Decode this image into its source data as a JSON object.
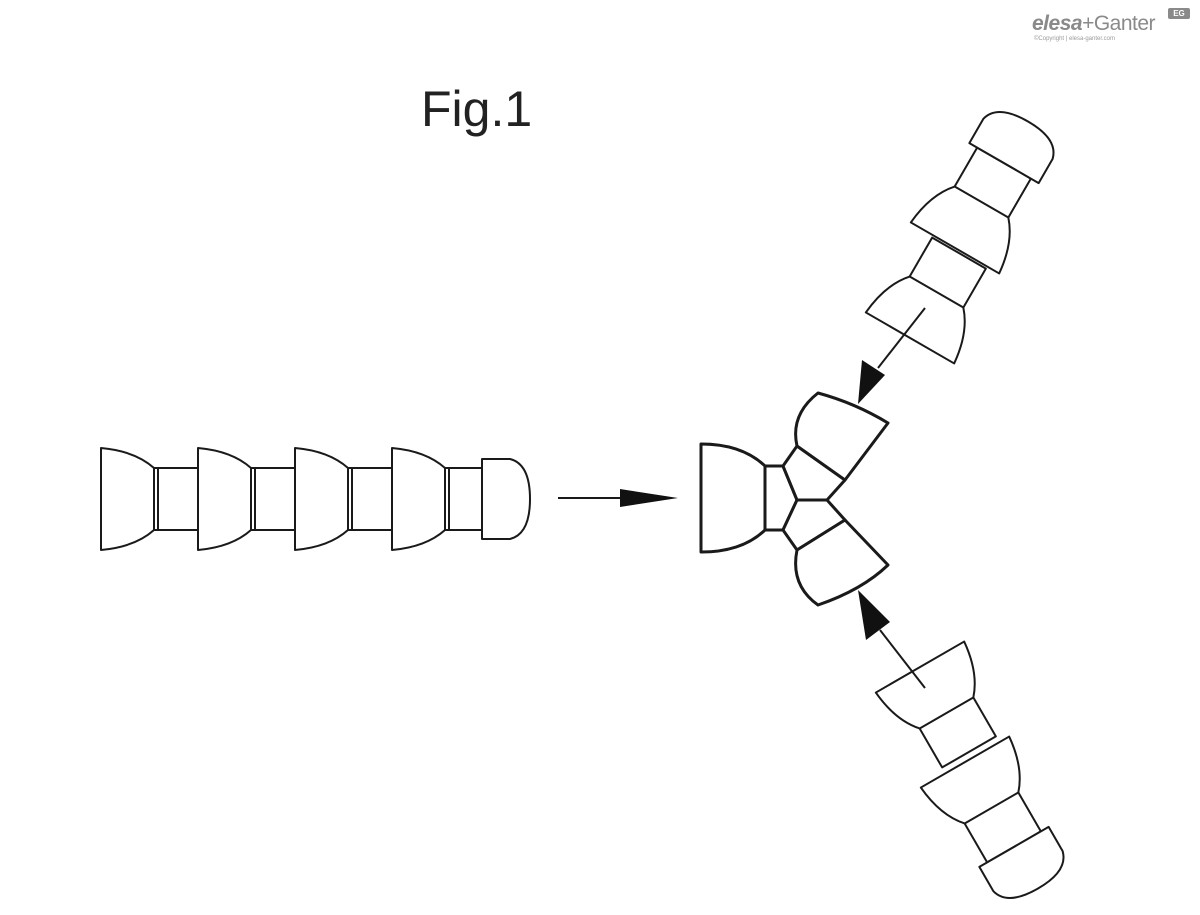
{
  "figure": {
    "title": "Fig.1"
  },
  "logo": {
    "brand_elesa": "elesa",
    "brand_plus": "+",
    "brand_ganter": "Ganter",
    "badge": "EG",
    "copyright": "©Copyright | elesa-ganter.com"
  },
  "colors": {
    "line": "#1a1a1a",
    "logo": "#8a8a8a",
    "background": "#ffffff"
  }
}
